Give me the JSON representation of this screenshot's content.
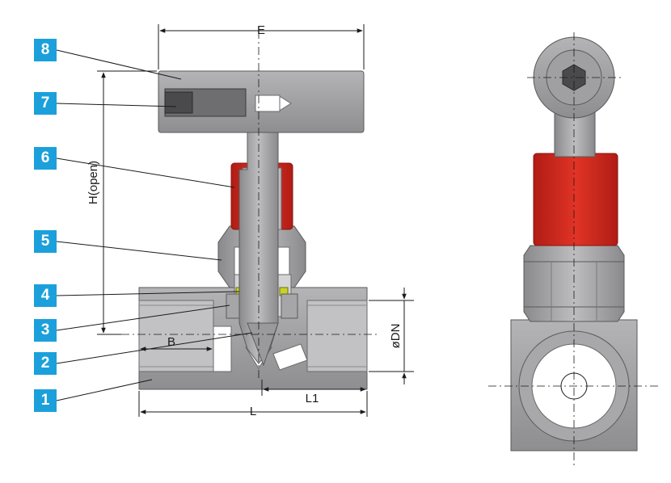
{
  "callouts": [
    "8",
    "7",
    "6",
    "5",
    "4",
    "3",
    "2",
    "1"
  ],
  "dimensions": {
    "E": "E",
    "H_open": "H(open)",
    "B": "B",
    "L1": "L1",
    "L": "L",
    "DN": "øDN"
  },
  "colors": {
    "badge": "#1ba0dc",
    "cap": "#d2281e",
    "steel": "#9e9ea0",
    "steel_dark": "#7a7a7c",
    "seal": "#c8d22a",
    "line": "#1a1a1a"
  }
}
